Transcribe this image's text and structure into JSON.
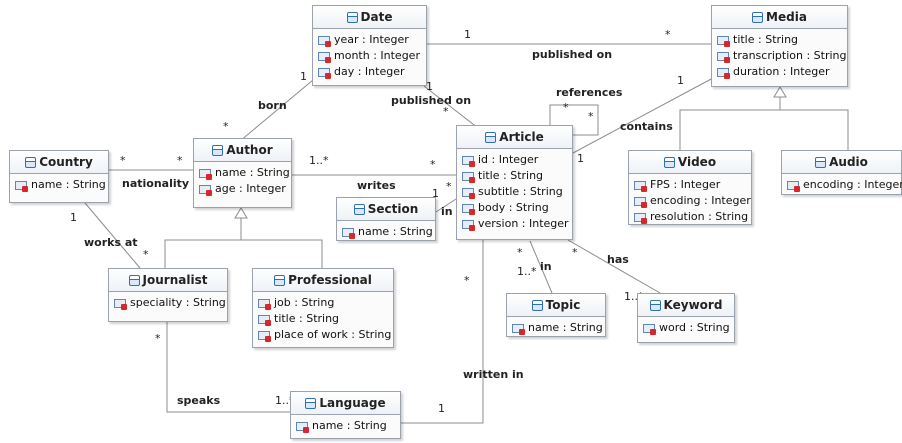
{
  "classes": {
    "date": {
      "name": "Date",
      "attributes": [
        "year : Integer",
        "month : Integer",
        "day : Integer"
      ]
    },
    "media": {
      "name": "Media",
      "attributes": [
        "title : String",
        "transcription : String",
        "duration : Integer"
      ]
    },
    "country": {
      "name": "Country",
      "attributes": [
        "name : String"
      ]
    },
    "author": {
      "name": "Author",
      "attributes": [
        "name : String",
        "age : Integer"
      ]
    },
    "article": {
      "name": "Article",
      "attributes": [
        "id : Integer",
        "title : String",
        "subtitle : String",
        "body : String",
        "version : Integer"
      ]
    },
    "section": {
      "name": "Section",
      "attributes": [
        "name : String"
      ]
    },
    "video": {
      "name": "Video",
      "attributes": [
        "FPS : Integer",
        "encoding : Integer",
        "resolution : String"
      ]
    },
    "audio": {
      "name": "Audio",
      "attributes": [
        "encoding : Integer"
      ]
    },
    "journalist": {
      "name": "Journalist",
      "attributes": [
        "speciality : String"
      ]
    },
    "professional": {
      "name": "Professional",
      "attributes": [
        "job : String",
        "title : String",
        "place of work : String"
      ]
    },
    "topic": {
      "name": "Topic",
      "attributes": [
        "name : String"
      ]
    },
    "keyword": {
      "name": "Keyword",
      "attributes": [
        "word : String"
      ]
    },
    "language": {
      "name": "Language",
      "attributes": [
        "name : String"
      ]
    }
  },
  "relations": {
    "published_on_media": "published on",
    "references": "references",
    "born": "born",
    "published_on_article": "published on",
    "contains": "contains",
    "nationality": "nationality",
    "writes": "writes",
    "in_section": "in",
    "works_at": "works at",
    "in_topic": "in",
    "has": "has",
    "written_in": "written in",
    "speaks": "speaks"
  },
  "multiplicities": {
    "date_media_date": "1",
    "date_media_media": "*",
    "born_date": "1",
    "born_author": "*",
    "pub_date": "1",
    "pub_article": "*",
    "ref_a": "*",
    "ref_b": "*",
    "contains_media": "1",
    "contains_article": "1",
    "nat_country": "*",
    "nat_author": "*",
    "writes_author": "1..*",
    "writes_article": "*",
    "section_section": "1",
    "section_article": "*",
    "works_country": "1",
    "works_journalist": "*",
    "topic_article": "*",
    "topic_topic": "1..*",
    "kw_article": "*",
    "kw_keyword": "1..*",
    "lang_article": "*",
    "lang_language": "1",
    "speaks_journalist": "*",
    "speaks_language": "1..*"
  },
  "colors": {
    "line": "#8c8c8c",
    "class_border": "#9aa3ad",
    "class_icon": "#2f6fb5",
    "attr_icon": "#d9262a"
  }
}
